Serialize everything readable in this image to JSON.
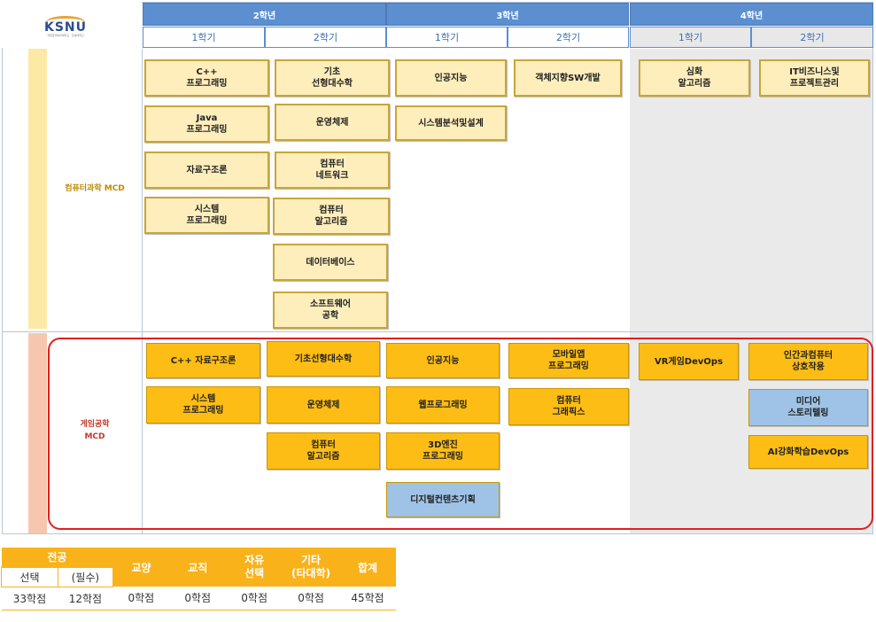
{
  "logo": {
    "text": "KSNU",
    "sub": "국립한국복지대학교 · 한경대학교"
  },
  "years": [
    "2학년",
    "3학년",
    "4학년"
  ],
  "semesters": [
    "1학기",
    "2학기",
    "1학기",
    "2학기",
    "1학기",
    "2학기"
  ],
  "tracks": {
    "computer": "컴퓨터과학 MCD",
    "game": "게임공학\nMCD"
  },
  "computer_courses": {
    "y2s1": [
      "C++\n프로그래밍",
      "Java\n프로그래밍",
      "자료구조론",
      "시스템\n프로그래밍"
    ],
    "y2s2": [
      "기초\n선형대수학",
      "운영체제",
      "컴퓨터\n네트워크",
      "컴퓨터\n알고리즘",
      "데이터베이스",
      "소프트웨어\n공학"
    ],
    "y3s1": [
      "인공지능",
      "시스템분석및설계"
    ],
    "y3s2": [
      "객체지향SW개발"
    ],
    "y4s1": [
      "심화\n알고리즘"
    ],
    "y4s2": [
      "IT비즈니스및\n프로젝트관리"
    ]
  },
  "game_courses": {
    "y2s1": [
      "C++ 자료구조론",
      "시스템\n프로그래밍"
    ],
    "y2s2": [
      "기초선형대수학",
      "운영체제",
      "컴퓨터\n알고리즘"
    ],
    "y3s1": [
      "인공지능",
      "웹프로그래밍",
      "3D엔진\n프로그래밍",
      "디지털컨텐츠기획"
    ],
    "y3s2": [
      "모바일앱\n프로그래밍",
      "컴퓨터\n그래픽스"
    ],
    "y4s1": [
      "VR게임DevOps"
    ],
    "y4s2": [
      "인간과컴퓨터\n상호작용",
      "미디어\n스토리텔링",
      "AI강화학습DevOps"
    ]
  },
  "credits": {
    "major": "전공",
    "elective": "선택",
    "required": "(필수)",
    "liberal": "교양",
    "teaching": "교직",
    "free": "자유\n선택",
    "other": "기타\n(타대학)",
    "total": "합계",
    "values": [
      "33학점",
      "12학점",
      "0학점",
      "0학점",
      "0학점",
      "0학점",
      "45학점"
    ]
  }
}
